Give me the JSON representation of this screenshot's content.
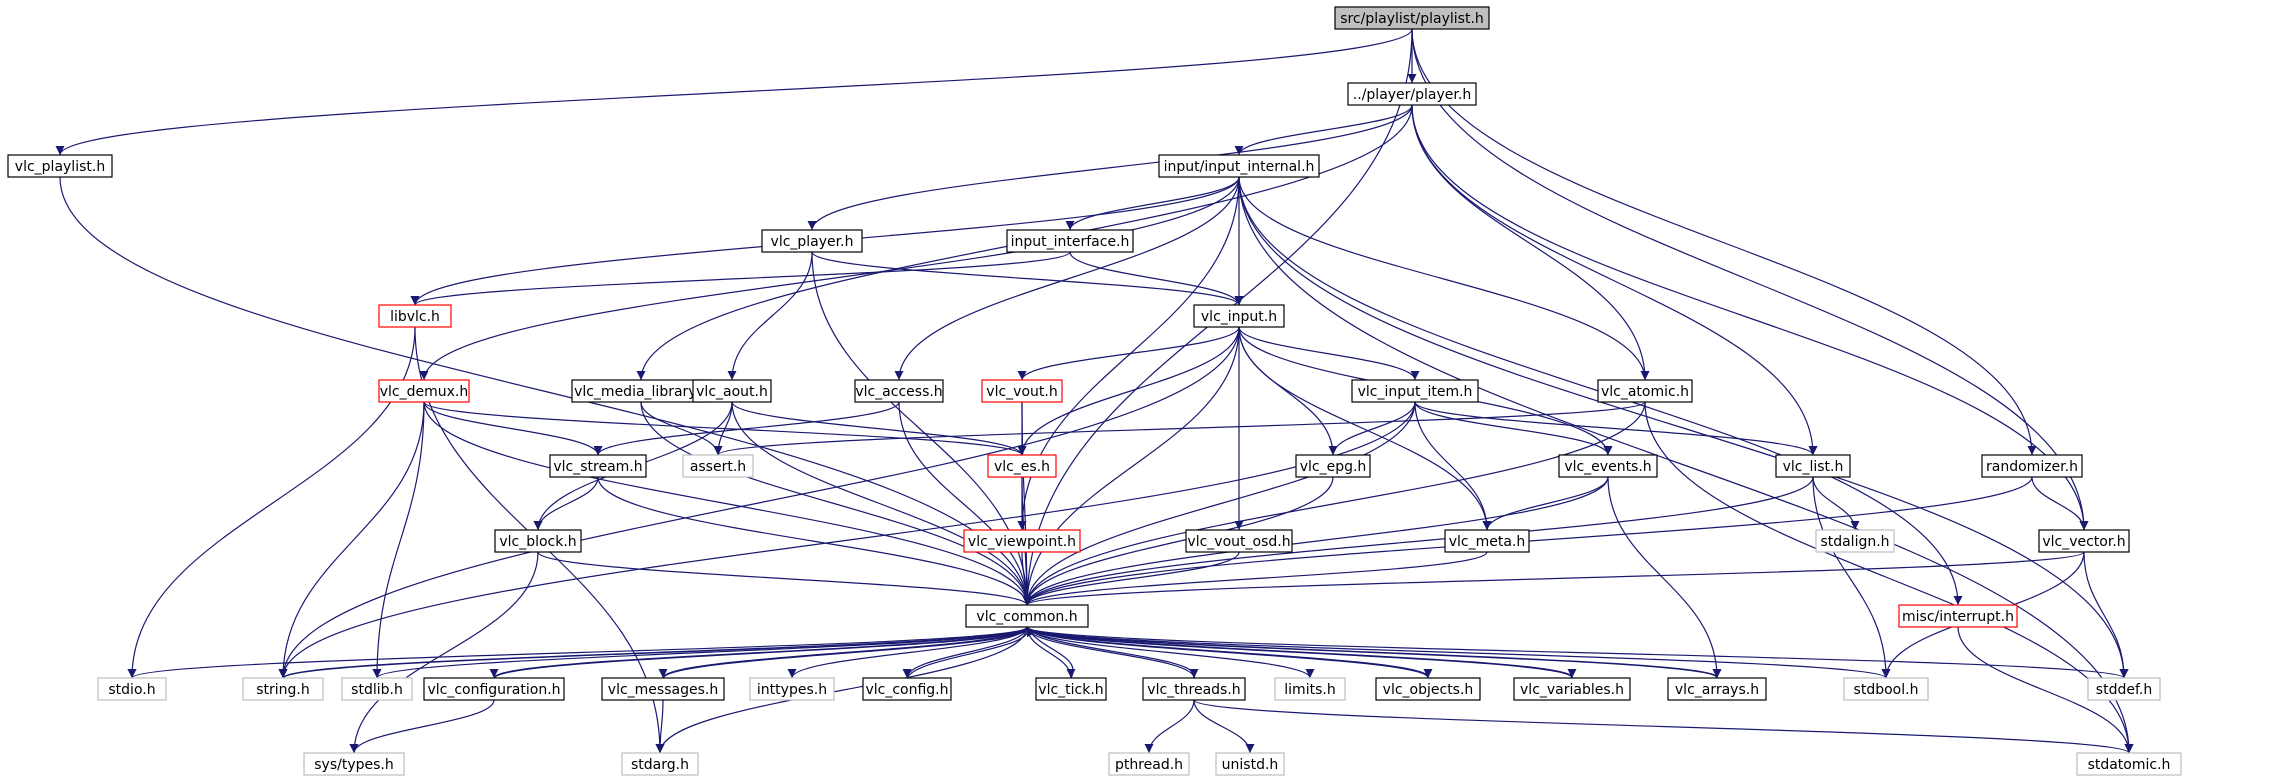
{
  "graph": {
    "colors": {
      "edge": "#191970",
      "normal_border": "#000000",
      "missing_border": "#ff0000",
      "system_border": "#bfbfbf",
      "root_fill": "#bfbfbf",
      "node_fill": "#ffffff"
    },
    "nodes": [
      {
        "id": "root",
        "label": "src/playlist/playlist.h",
        "style": "root"
      },
      {
        "id": "player",
        "label": "../player/player.h",
        "style": "normal"
      },
      {
        "id": "vlc_playlist",
        "label": "vlc_playlist.h",
        "style": "normal"
      },
      {
        "id": "input_internal",
        "label": "input/input_internal.h",
        "style": "normal"
      },
      {
        "id": "vlc_player",
        "label": "vlc_player.h",
        "style": "normal"
      },
      {
        "id": "input_interface",
        "label": "input_interface.h",
        "style": "normal"
      },
      {
        "id": "libvlc",
        "label": "libvlc.h",
        "style": "missing"
      },
      {
        "id": "vlc_input",
        "label": "vlc_input.h",
        "style": "normal"
      },
      {
        "id": "vlc_demux",
        "label": "vlc_demux.h",
        "style": "missing"
      },
      {
        "id": "vlc_media_library",
        "label": "vlc_media_library.h",
        "style": "normal"
      },
      {
        "id": "vlc_aout",
        "label": "vlc_aout.h",
        "style": "normal"
      },
      {
        "id": "vlc_access",
        "label": "vlc_access.h",
        "style": "normal"
      },
      {
        "id": "vlc_vout",
        "label": "vlc_vout.h",
        "style": "missing"
      },
      {
        "id": "vlc_input_item",
        "label": "vlc_input_item.h",
        "style": "normal"
      },
      {
        "id": "vlc_atomic",
        "label": "vlc_atomic.h",
        "style": "normal"
      },
      {
        "id": "vlc_stream",
        "label": "vlc_stream.h",
        "style": "normal"
      },
      {
        "id": "assert",
        "label": "assert.h",
        "style": "system"
      },
      {
        "id": "vlc_es",
        "label": "vlc_es.h",
        "style": "missing"
      },
      {
        "id": "vlc_epg",
        "label": "vlc_epg.h",
        "style": "normal"
      },
      {
        "id": "vlc_events",
        "label": "vlc_events.h",
        "style": "normal"
      },
      {
        "id": "vlc_list",
        "label": "vlc_list.h",
        "style": "normal"
      },
      {
        "id": "randomizer",
        "label": "randomizer.h",
        "style": "normal"
      },
      {
        "id": "vlc_block",
        "label": "vlc_block.h",
        "style": "normal"
      },
      {
        "id": "vlc_viewpoint",
        "label": "vlc_viewpoint.h",
        "style": "missing"
      },
      {
        "id": "vlc_vout_osd",
        "label": "vlc_vout_osd.h",
        "style": "normal"
      },
      {
        "id": "vlc_meta",
        "label": "vlc_meta.h",
        "style": "normal"
      },
      {
        "id": "stdalign",
        "label": "stdalign.h",
        "style": "system"
      },
      {
        "id": "vlc_vector",
        "label": "vlc_vector.h",
        "style": "normal"
      },
      {
        "id": "vlc_common",
        "label": "vlc_common.h",
        "style": "normal"
      },
      {
        "id": "misc_interrupt",
        "label": "misc/interrupt.h",
        "style": "missing"
      },
      {
        "id": "stdio",
        "label": "stdio.h",
        "style": "system"
      },
      {
        "id": "string",
        "label": "string.h",
        "style": "system"
      },
      {
        "id": "stdlib",
        "label": "stdlib.h",
        "style": "system"
      },
      {
        "id": "vlc_configuration",
        "label": "vlc_configuration.h",
        "style": "normal"
      },
      {
        "id": "vlc_messages",
        "label": "vlc_messages.h",
        "style": "normal"
      },
      {
        "id": "inttypes",
        "label": "inttypes.h",
        "style": "system"
      },
      {
        "id": "vlc_config",
        "label": "vlc_config.h",
        "style": "normal"
      },
      {
        "id": "vlc_tick",
        "label": "vlc_tick.h",
        "style": "normal"
      },
      {
        "id": "vlc_threads",
        "label": "vlc_threads.h",
        "style": "normal"
      },
      {
        "id": "limits",
        "label": "limits.h",
        "style": "system"
      },
      {
        "id": "vlc_objects",
        "label": "vlc_objects.h",
        "style": "normal"
      },
      {
        "id": "vlc_variables",
        "label": "vlc_variables.h",
        "style": "normal"
      },
      {
        "id": "vlc_arrays",
        "label": "vlc_arrays.h",
        "style": "normal"
      },
      {
        "id": "stdbool",
        "label": "stdbool.h",
        "style": "system"
      },
      {
        "id": "stddef",
        "label": "stddef.h",
        "style": "system"
      },
      {
        "id": "sys_types",
        "label": "sys/types.h",
        "style": "system"
      },
      {
        "id": "stdarg",
        "label": "stdarg.h",
        "style": "system"
      },
      {
        "id": "pthread",
        "label": "pthread.h",
        "style": "system"
      },
      {
        "id": "unistd",
        "label": "unistd.h",
        "style": "system"
      },
      {
        "id": "stdatomic",
        "label": "stdatomic.h",
        "style": "system"
      }
    ],
    "edges": [
      [
        "root",
        "vlc_playlist"
      ],
      [
        "root",
        "vlc_common"
      ],
      [
        "root",
        "player"
      ],
      [
        "root",
        "randomizer"
      ],
      [
        "root",
        "vlc_vector"
      ],
      [
        "vlc_playlist",
        "vlc_common"
      ],
      [
        "player",
        "input_internal"
      ],
      [
        "player",
        "vlc_player"
      ],
      [
        "player",
        "vlc_media_library"
      ],
      [
        "player",
        "vlc_atomic"
      ],
      [
        "player",
        "vlc_list"
      ],
      [
        "player",
        "vlc_vector"
      ],
      [
        "input_internal",
        "libvlc"
      ],
      [
        "input_internal",
        "vlc_demux"
      ],
      [
        "input_internal",
        "input_interface"
      ],
      [
        "input_internal",
        "vlc_access"
      ],
      [
        "input_internal",
        "vlc_input"
      ],
      [
        "input_internal",
        "vlc_viewpoint"
      ],
      [
        "input_internal",
        "vlc_atomic"
      ],
      [
        "input_internal",
        "misc_interrupt"
      ],
      [
        "input_internal",
        "stddef"
      ],
      [
        "input_internal",
        "stdatomic"
      ],
      [
        "vlc_player",
        "vlc_input"
      ],
      [
        "vlc_player",
        "vlc_aout"
      ],
      [
        "vlc_player",
        "vlc_common"
      ],
      [
        "input_interface",
        "libvlc"
      ],
      [
        "input_interface",
        "vlc_input"
      ],
      [
        "libvlc",
        "stdio"
      ],
      [
        "libvlc",
        "stdarg"
      ],
      [
        "vlc_input",
        "string"
      ],
      [
        "vlc_input",
        "vlc_vout"
      ],
      [
        "vlc_input",
        "vlc_es"
      ],
      [
        "vlc_input",
        "vlc_input_item"
      ],
      [
        "vlc_input",
        "vlc_epg"
      ],
      [
        "vlc_input",
        "vlc_events"
      ],
      [
        "vlc_input",
        "vlc_vout_osd"
      ],
      [
        "vlc_input",
        "vlc_meta"
      ],
      [
        "vlc_input",
        "vlc_common"
      ],
      [
        "vlc_demux",
        "vlc_es"
      ],
      [
        "vlc_demux",
        "vlc_stream"
      ],
      [
        "vlc_demux",
        "string"
      ],
      [
        "vlc_demux",
        "stdlib"
      ],
      [
        "vlc_demux",
        "vlc_common"
      ],
      [
        "vlc_media_library",
        "assert"
      ],
      [
        "vlc_media_library",
        "vlc_common"
      ],
      [
        "vlc_aout",
        "assert"
      ],
      [
        "vlc_aout",
        "vlc_es"
      ],
      [
        "vlc_aout",
        "vlc_block"
      ],
      [
        "vlc_aout",
        "vlc_common"
      ],
      [
        "vlc_access",
        "vlc_stream"
      ],
      [
        "vlc_access",
        "vlc_common"
      ],
      [
        "vlc_vout",
        "vlc_es"
      ],
      [
        "vlc_vout",
        "vlc_common"
      ],
      [
        "vlc_input_item",
        "vlc_epg"
      ],
      [
        "vlc_input_item",
        "vlc_events"
      ],
      [
        "vlc_input_item",
        "vlc_list"
      ],
      [
        "vlc_input_item",
        "vlc_meta"
      ],
      [
        "vlc_input_item",
        "string"
      ],
      [
        "vlc_input_item",
        "vlc_common"
      ],
      [
        "vlc_atomic",
        "assert"
      ],
      [
        "vlc_atomic",
        "stdatomic"
      ],
      [
        "vlc_atomic",
        "vlc_common"
      ],
      [
        "vlc_stream",
        "vlc_block"
      ],
      [
        "vlc_stream",
        "vlc_common"
      ],
      [
        "vlc_es",
        "vlc_viewpoint"
      ],
      [
        "vlc_es",
        "vlc_common"
      ],
      [
        "vlc_epg",
        "vlc_common"
      ],
      [
        "vlc_events",
        "vlc_meta"
      ],
      [
        "vlc_events",
        "vlc_arrays"
      ],
      [
        "vlc_events",
        "vlc_common"
      ],
      [
        "vlc_list",
        "stdalign"
      ],
      [
        "vlc_list",
        "stdbool"
      ],
      [
        "vlc_list",
        "vlc_common"
      ],
      [
        "randomizer",
        "vlc_vector"
      ],
      [
        "randomizer",
        "vlc_common"
      ],
      [
        "vlc_block",
        "sys_types"
      ],
      [
        "vlc_block",
        "vlc_common"
      ],
      [
        "vlc_viewpoint",
        "vlc_common"
      ],
      [
        "vlc_vout_osd",
        "vlc_common"
      ],
      [
        "vlc_meta",
        "vlc_common"
      ],
      [
        "vlc_vector",
        "stdbool"
      ],
      [
        "vlc_vector",
        "stddef"
      ],
      [
        "vlc_vector",
        "vlc_common"
      ],
      [
        "misc_interrupt",
        "stdatomic"
      ],
      [
        "vlc_common",
        "stdio"
      ],
      [
        "vlc_common",
        "string"
      ],
      [
        "vlc_common",
        "stdlib"
      ],
      [
        "vlc_common",
        "vlc_configuration"
      ],
      [
        "vlc_common",
        "vlc_messages"
      ],
      [
        "vlc_common",
        "inttypes"
      ],
      [
        "vlc_common",
        "vlc_config"
      ],
      [
        "vlc_common",
        "vlc_tick"
      ],
      [
        "vlc_common",
        "vlc_threads"
      ],
      [
        "vlc_common",
        "limits"
      ],
      [
        "vlc_common",
        "vlc_objects"
      ],
      [
        "vlc_common",
        "vlc_variables"
      ],
      [
        "vlc_common",
        "vlc_arrays"
      ],
      [
        "vlc_common",
        "stdbool"
      ],
      [
        "vlc_common",
        "stddef"
      ],
      [
        "vlc_common",
        "stdarg"
      ],
      [
        "string",
        "vlc_common"
      ],
      [
        "vlc_configuration",
        "vlc_common"
      ],
      [
        "vlc_messages",
        "vlc_common"
      ],
      [
        "vlc_config",
        "vlc_common"
      ],
      [
        "vlc_tick",
        "vlc_common"
      ],
      [
        "vlc_threads",
        "vlc_common"
      ],
      [
        "vlc_objects",
        "vlc_common"
      ],
      [
        "vlc_variables",
        "vlc_common"
      ],
      [
        "vlc_arrays",
        "vlc_common"
      ],
      [
        "vlc_configuration",
        "sys_types"
      ],
      [
        "vlc_messages",
        "stdarg"
      ],
      [
        "vlc_threads",
        "pthread"
      ],
      [
        "vlc_threads",
        "unistd"
      ],
      [
        "vlc_threads",
        "stdatomic"
      ]
    ]
  }
}
